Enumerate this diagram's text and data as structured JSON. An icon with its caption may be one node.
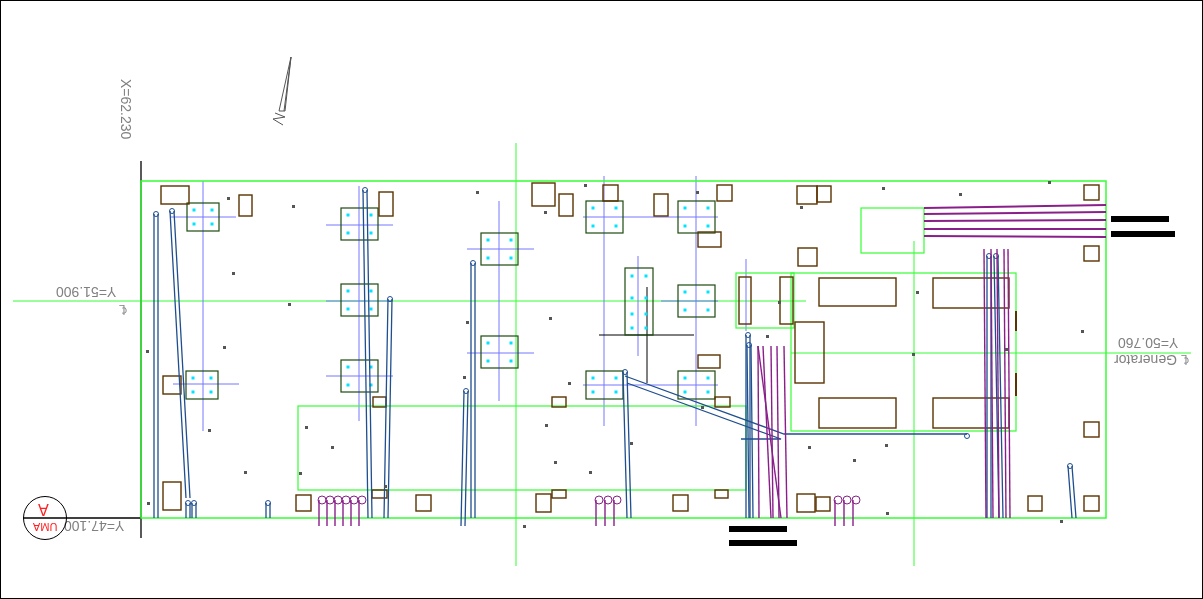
{
  "diagram": {
    "nodes": [
      {
        "text": [
          "A",
          "UMA"
        ]
      }
    ],
    "labels": [
      "X=62.230",
      "Y=51.900",
      "℄",
      "Y=50.760",
      "℄ Generator",
      "Y=47.100"
    ]
  }
}
